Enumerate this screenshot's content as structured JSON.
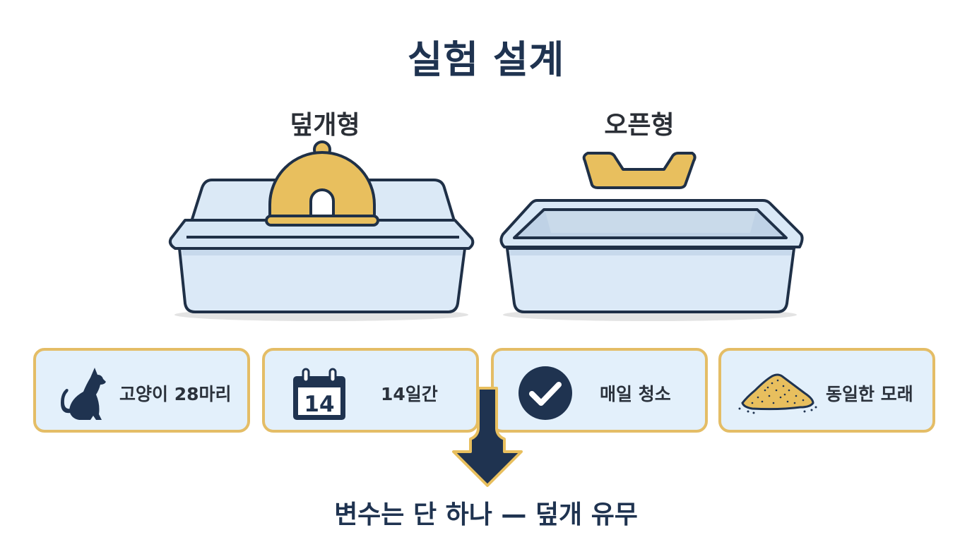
{
  "title": "실험 설계",
  "groups": [
    {
      "label": "덮개형",
      "illustration": "covered-litter-box"
    },
    {
      "label": "오픈형",
      "illustration": "open-litter-box"
    }
  ],
  "conditions": [
    {
      "icon": "cat-icon",
      "text": "고양이 28마리"
    },
    {
      "icon": "calendar-icon",
      "icon_text": "14",
      "text": "14일간"
    },
    {
      "icon": "checkmark-icon",
      "text": "매일 청소"
    },
    {
      "icon": "sand-pile-icon",
      "text": "동일한 모래"
    }
  ],
  "conclusion": "변수는 단 하나 — 덮개 유무",
  "colors": {
    "navy": "#1f3350",
    "gold": "#e8bf5e",
    "gold_border": "#e4bd66",
    "box_fill": "#dceaf7",
    "card_fill": "#e3f0fb"
  }
}
